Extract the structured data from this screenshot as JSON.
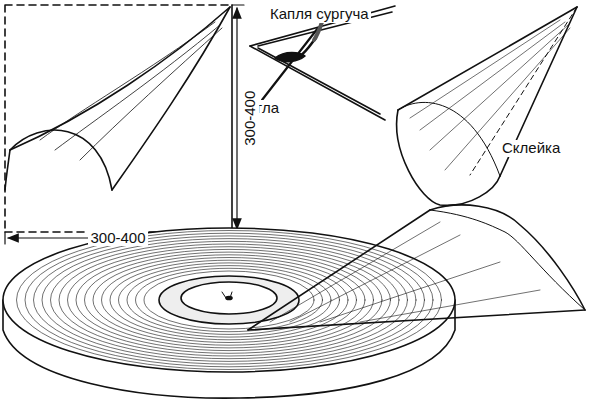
{
  "diagram": {
    "labels": [
      "Капля сургуча",
      "Игла",
      "Склейка",
      "300-400",
      "300-400"
    ]
  }
}
